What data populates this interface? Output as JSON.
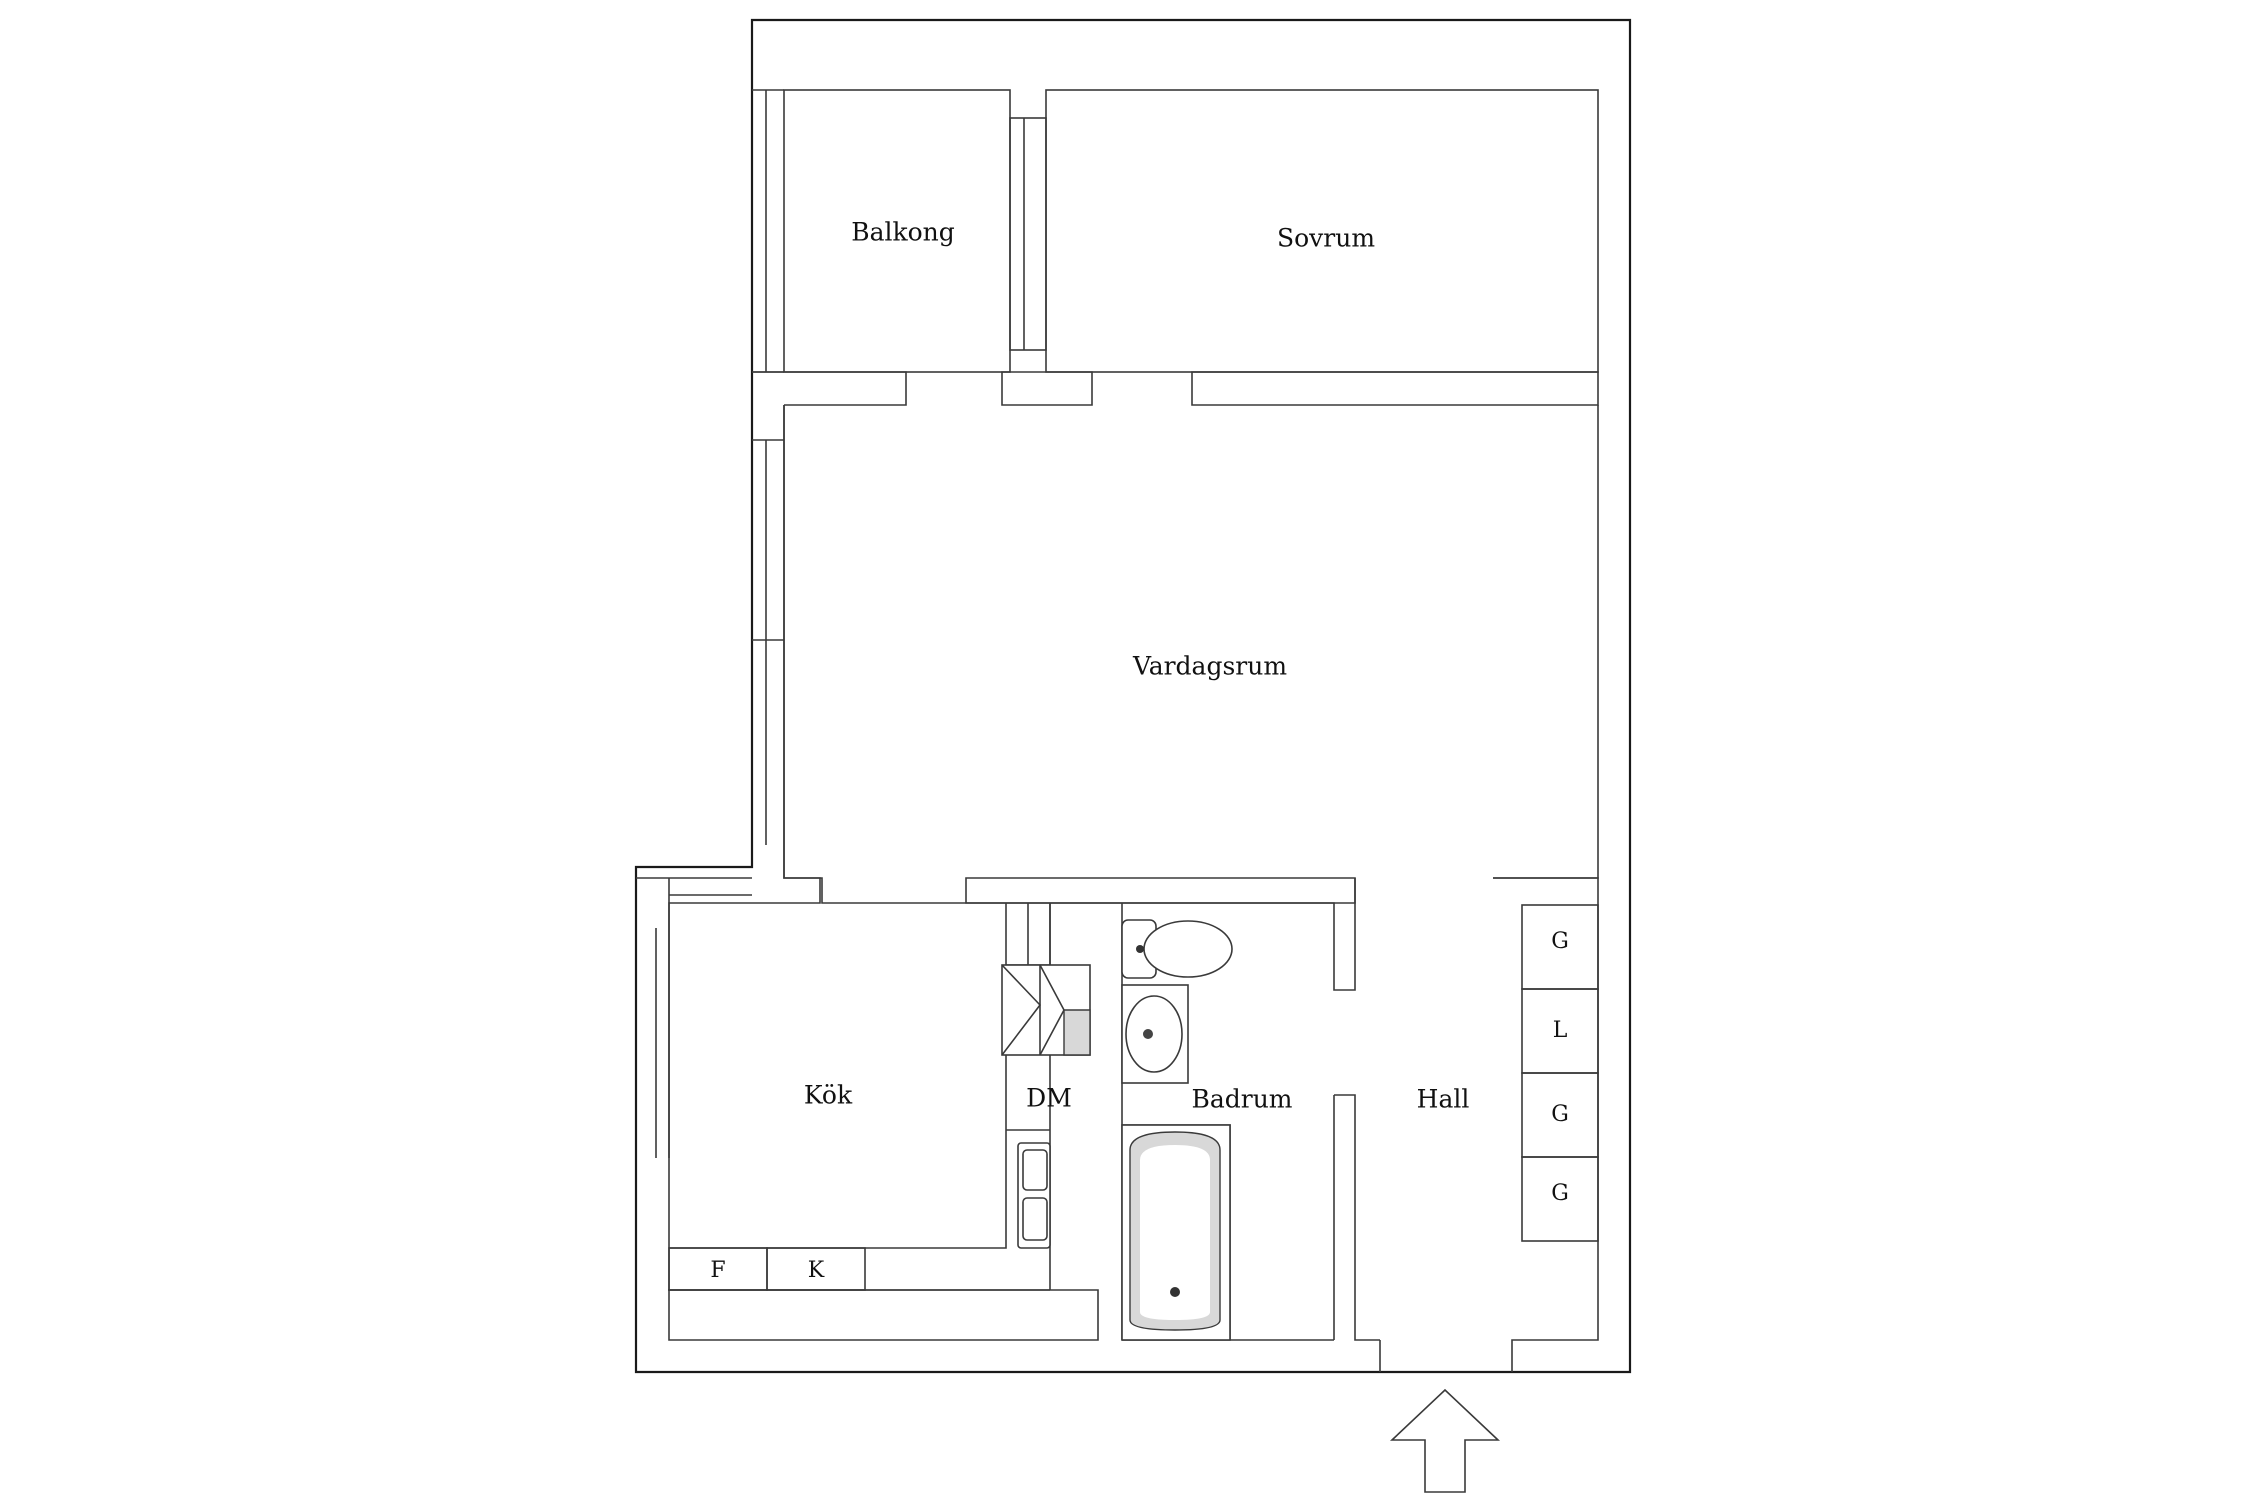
{
  "floor_plan": {
    "rooms": {
      "balkong": "Balkong",
      "sovrum": "Sovrum",
      "vardagsrum": "Vardagsrum",
      "kok": "Kök",
      "dm": "DM",
      "badrum": "Badrum",
      "hall": "Hall"
    },
    "units": {
      "f": "F",
      "k": "K",
      "g1": "G",
      "l": "L",
      "g2": "G",
      "g3": "G"
    },
    "icons": {
      "entrance": "entrance-arrow-icon",
      "toilet": "toilet-icon",
      "sink": "washbasin-icon",
      "bathtub": "bathtub-icon",
      "kitchen_sink": "kitchen-sink-icon",
      "hood": "range-hood-icon"
    },
    "colors": {
      "line": "#1a1a1a",
      "background": "#ffffff",
      "fixture_shade": "#d8d8d8"
    }
  }
}
